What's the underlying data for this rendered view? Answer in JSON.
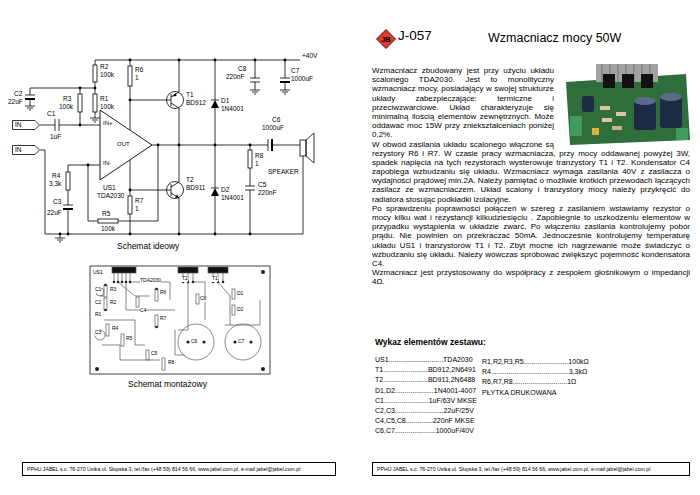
{
  "diagram": {
    "title": "Wzmacniacz mocy 50W",
    "nodes": [
      {
        "text": [
          "IN"
        ]
      },
      {
        "text": [
          "IN"
        ]
      },
      {
        "text": [
          "IN+",
          "IN-",
          "OUT"
        ]
      },
      {
        "text": [
          "PPHU JABEL s.c. 76-270 Ustka ul. Słupska 3, tel./fax (+48 59) 814 56 66, www.jabel.com.pl, e-mail:jabel@jabel.com.pl"
        ]
      },
      {
        "text": [
          "JB"
        ]
      },
      {
        "text": [
          "PPHU JABEL s.c. 76-270 Ustka ul. Słupska 3, tel./fax (+48 59) 814 56 66, www.jabel.com.pl, e-mail:jabel@jabel.com.pl"
        ]
      }
    ],
    "labels": [
      "+40V",
      "R2",
      "100k",
      "C2",
      "22uF",
      "R3",
      "100k",
      "R1",
      "100k",
      "C1",
      "1uF",
      "R6",
      "1",
      "T1",
      "BD912",
      "D1",
      "1N4001",
      "C8",
      "220nF",
      "C7",
      "1000uF",
      "US1",
      "TDA2030",
      "R4",
      "3,3k",
      "C3",
      "22uF",
      "R5",
      "100k",
      "R7",
      "1",
      "T2",
      "BD911",
      "D2",
      "1N4001",
      "R8",
      "1",
      "C5",
      "220nF",
      "C6",
      "1000uF",
      "SPEAKER",
      "Schemat ideowy",
      "US1",
      "TDA2030",
      "T2",
      "T1",
      "C1",
      "R3",
      "C2",
      "R2",
      "R1",
      "C4",
      "R6",
      "C8",
      "D1",
      "D2",
      "R7",
      "C3",
      "R4",
      "R5",
      "C5",
      "R8",
      "C6",
      "C7",
      "Schemat montażowy",
      "J-057",
      "Wzmacniacz zbudowany jest przy użyciu układu scalonego TDA2030. Jest to monolityczny wzmacniacz mocy, posiadający w swojej strukturze układy zabezpieczające: termiczne i przeciwzwarciowe. Układ charakteryzuje się minimalną ilością elementów zewnętrznych. Może oddawać moc 15W przy zniekształceniach poniżej 0,2%.",
      "W obwód zasilania układu scalonego włączone są rezystory R6 i R7. W czasie pracy wzmacniacza, przy mocy oddawanej powyżej 3W, spadek napięcia na tych rezystorach wysterowuje tranzystory T1 i T2. Kondensator C4 zapobiega wzbudzaniu się układu. Wzmacniacz wymaga zasilania 40V z zasilacza o wydajności prądowej min.2A. Należy pamiętać o możliwie krótkich przewodach łączących zasilacz ze wzmacniaczem. Układ scalony i tranzystory mocy należy przykręcić do radiatora stosując podkładki izolacyjne.",
      "Po sprawdzeniu poprawności połączeń w szereg z zasilaniem wstawiamy rezystor o mocy kilku wat i rezystancji kilkudziesięciu . Zapobiegnie to uszkodzeniu elementów w przypadku wystąpienia w układzie zwarć. Po włączeniu zasilania kontrolujemy pobór prądu. Nie powinien on przekraczać 50mA. Jednocześnie kontrolujemy temperaturę układu US1 i tranzystorów T1 i T2. Zbyt mocne ich nagrzewanie może świadczyć o wzbudzaniu się układu. Należy wówczas spróbować zwiększyć pojemność kondensatora C4.",
      "Wzmacniacz jest przystosowany do współpracy z zespołem głośnikowym o impedancji 4Ω.",
      "Wykaz elementów zestawu:",
      "US1............................TDA2030",
      "T1.......................BD912,2N6491",
      "T2.......................BD911,2N6488",
      "D1,D2....................1N4001-4007",
      "C1.......................1uF/63V MKSE",
      "C2,C3.........................22uF/25V",
      "C4,C5,C8..............220nF MKSE",
      "C6,C7.....................1000uF/40V",
      "R1,R2,R3,R5.......................100kΩ",
      "R4........................................3,3kΩ",
      "R6,R7,R8............................1Ω",
      "PŁYTKA DRUKOWANA"
    ]
  }
}
